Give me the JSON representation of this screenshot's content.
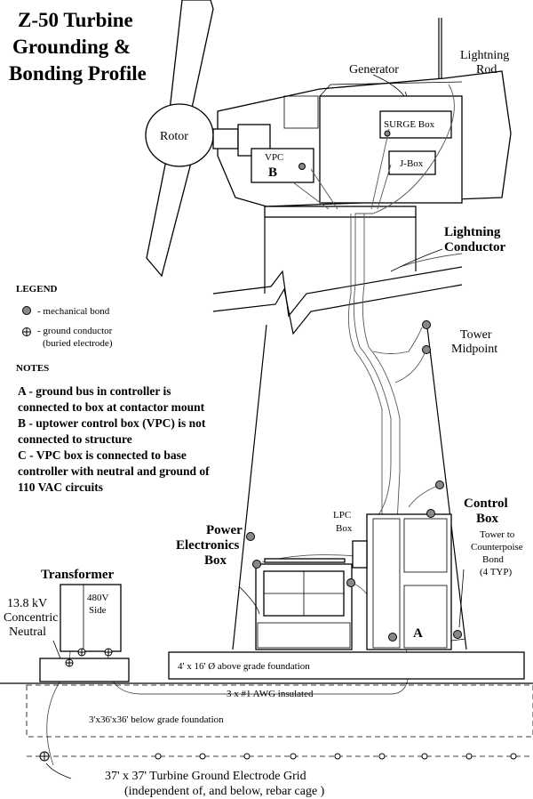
{
  "title": {
    "line1": "Z-50 Turbine",
    "line2": "Grounding &",
    "line3": "Bonding Profile"
  },
  "labels": {
    "rotor": "Rotor",
    "generator": "Generator",
    "lightning_rod_1": "Lightning",
    "lightning_rod_2": "Rod",
    "surge_box": "SURGE Box",
    "vpc_1": "VPC",
    "vpc_2": "B",
    "jbox": "J-Box",
    "lightning_conductor_1": "Lightning",
    "lightning_conductor_2": "Conductor",
    "tower_midpoint_1": "Tower",
    "tower_midpoint_2": "Midpoint",
    "control_box_1": "Control",
    "control_box_2": "Box",
    "lpc_1": "LPC",
    "lpc_2": "Box",
    "power_electronics_1": "Power",
    "power_electronics_2": "Electronics",
    "power_electronics_3": "Box",
    "tower_counterpoise_1": "Tower to",
    "tower_counterpoise_2": "Counterpoise",
    "tower_counterpoise_3": "Bond",
    "tower_counterpoise_4": "(4 TYP)",
    "transformer": "Transformer",
    "side_480v_1": "480V",
    "side_480v_2": "Side",
    "concentric_1": "13.8 kV",
    "concentric_2": "Concentric",
    "concentric_3": "Neutral",
    "controller_a": "A",
    "foundation_above": "4' x 16' Ø above grade foundation",
    "awg_insulated": "3 x #1 AWG insulated",
    "foundation_below": "3'x36'x36' below grade foundation",
    "grid_1": "37' x 37'  Turbine Ground  Electrode Grid",
    "grid_2": "(independent of, and below, rebar cage )"
  },
  "legend": {
    "heading": "LEGEND",
    "mechanical_bond": "- mechanical bond",
    "ground_conductor_1": "- ground conductor",
    "ground_conductor_2": "(buried electrode)"
  },
  "notes": {
    "heading": "NOTES",
    "a1": "A - ground bus in controller is",
    "a2": "connected to box at contactor mount",
    "b1": "B - uptower control box (VPC) is not",
    "b2": "connected to structure",
    "c1": "C -  VPC box is connected to base",
    "c2": "controller with neutral and ground of",
    "c3": "110 VAC circuits"
  }
}
